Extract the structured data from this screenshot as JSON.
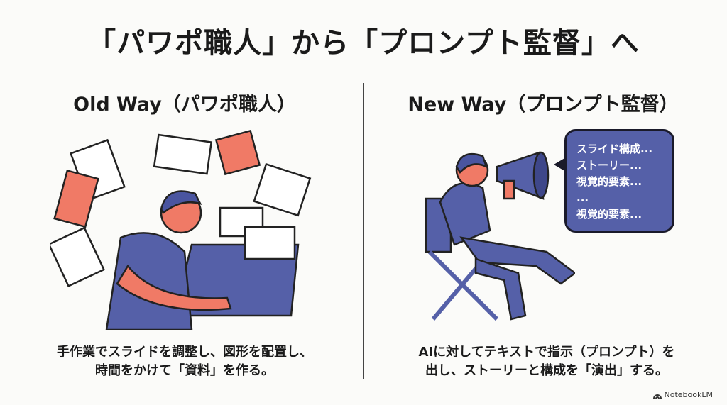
{
  "title": "「パワポ職人」から「プロンプト監督」へ",
  "left": {
    "heading": "Old Way（パワポ職人）",
    "caption_line1": "手作業でスライドを調整し、図形を配置し、",
    "caption_line2": "時間をかけて「資料」を作る。"
  },
  "right": {
    "heading": "New Way（プロンプト監督）",
    "caption_line1": "AIに対してテキストで指示（プロンプト）を",
    "caption_line2": "出し、ストーリーと構成を「演出」する。",
    "bubble": [
      "スライド構成...",
      "ストーリー...",
      "視覚的要素...",
      "...",
      "視覚的要素..."
    ]
  },
  "watermark": "NotebookLM",
  "colors": {
    "accent": "#5560a8",
    "coral": "#f07a66"
  }
}
